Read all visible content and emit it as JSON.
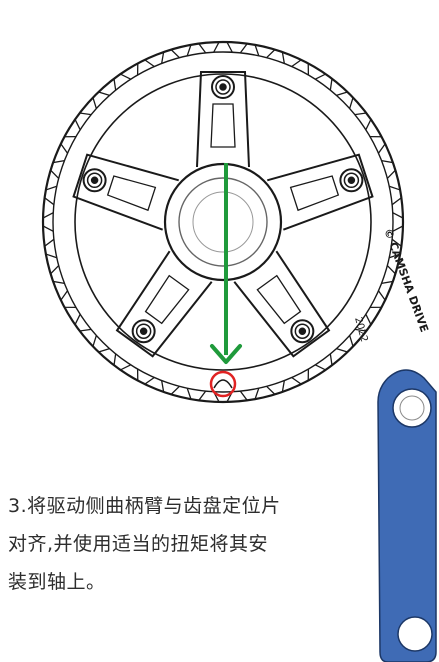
{
  "chainring": {
    "engraving_brand": "© CAMSHA DRIVE",
    "engraving_year": "2022"
  },
  "instruction": {
    "lines": [
      "3.将驱动侧曲柄臂与齿盘定位片",
      "对齐,并使用适当的扭矩将其安",
      "装到轴上。"
    ]
  },
  "colors": {
    "arrow": "#1f9a3b",
    "marker": "#e02222",
    "crank_arm": "#3f6bb5",
    "line_art": "#1a1a1a"
  }
}
